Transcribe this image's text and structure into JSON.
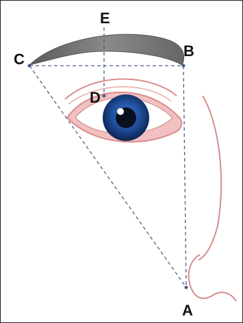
{
  "diagram": {
    "points": {
      "A": "A",
      "B": "B",
      "C": "C",
      "D": "D",
      "E": "E"
    },
    "colors": {
      "guide_line": "#4a5f86",
      "eyebrow": "#7a7a7a",
      "skin_line": "#d98c8c",
      "iris": "#1f4f9c",
      "pupil": "#0a0f1f"
    }
  }
}
